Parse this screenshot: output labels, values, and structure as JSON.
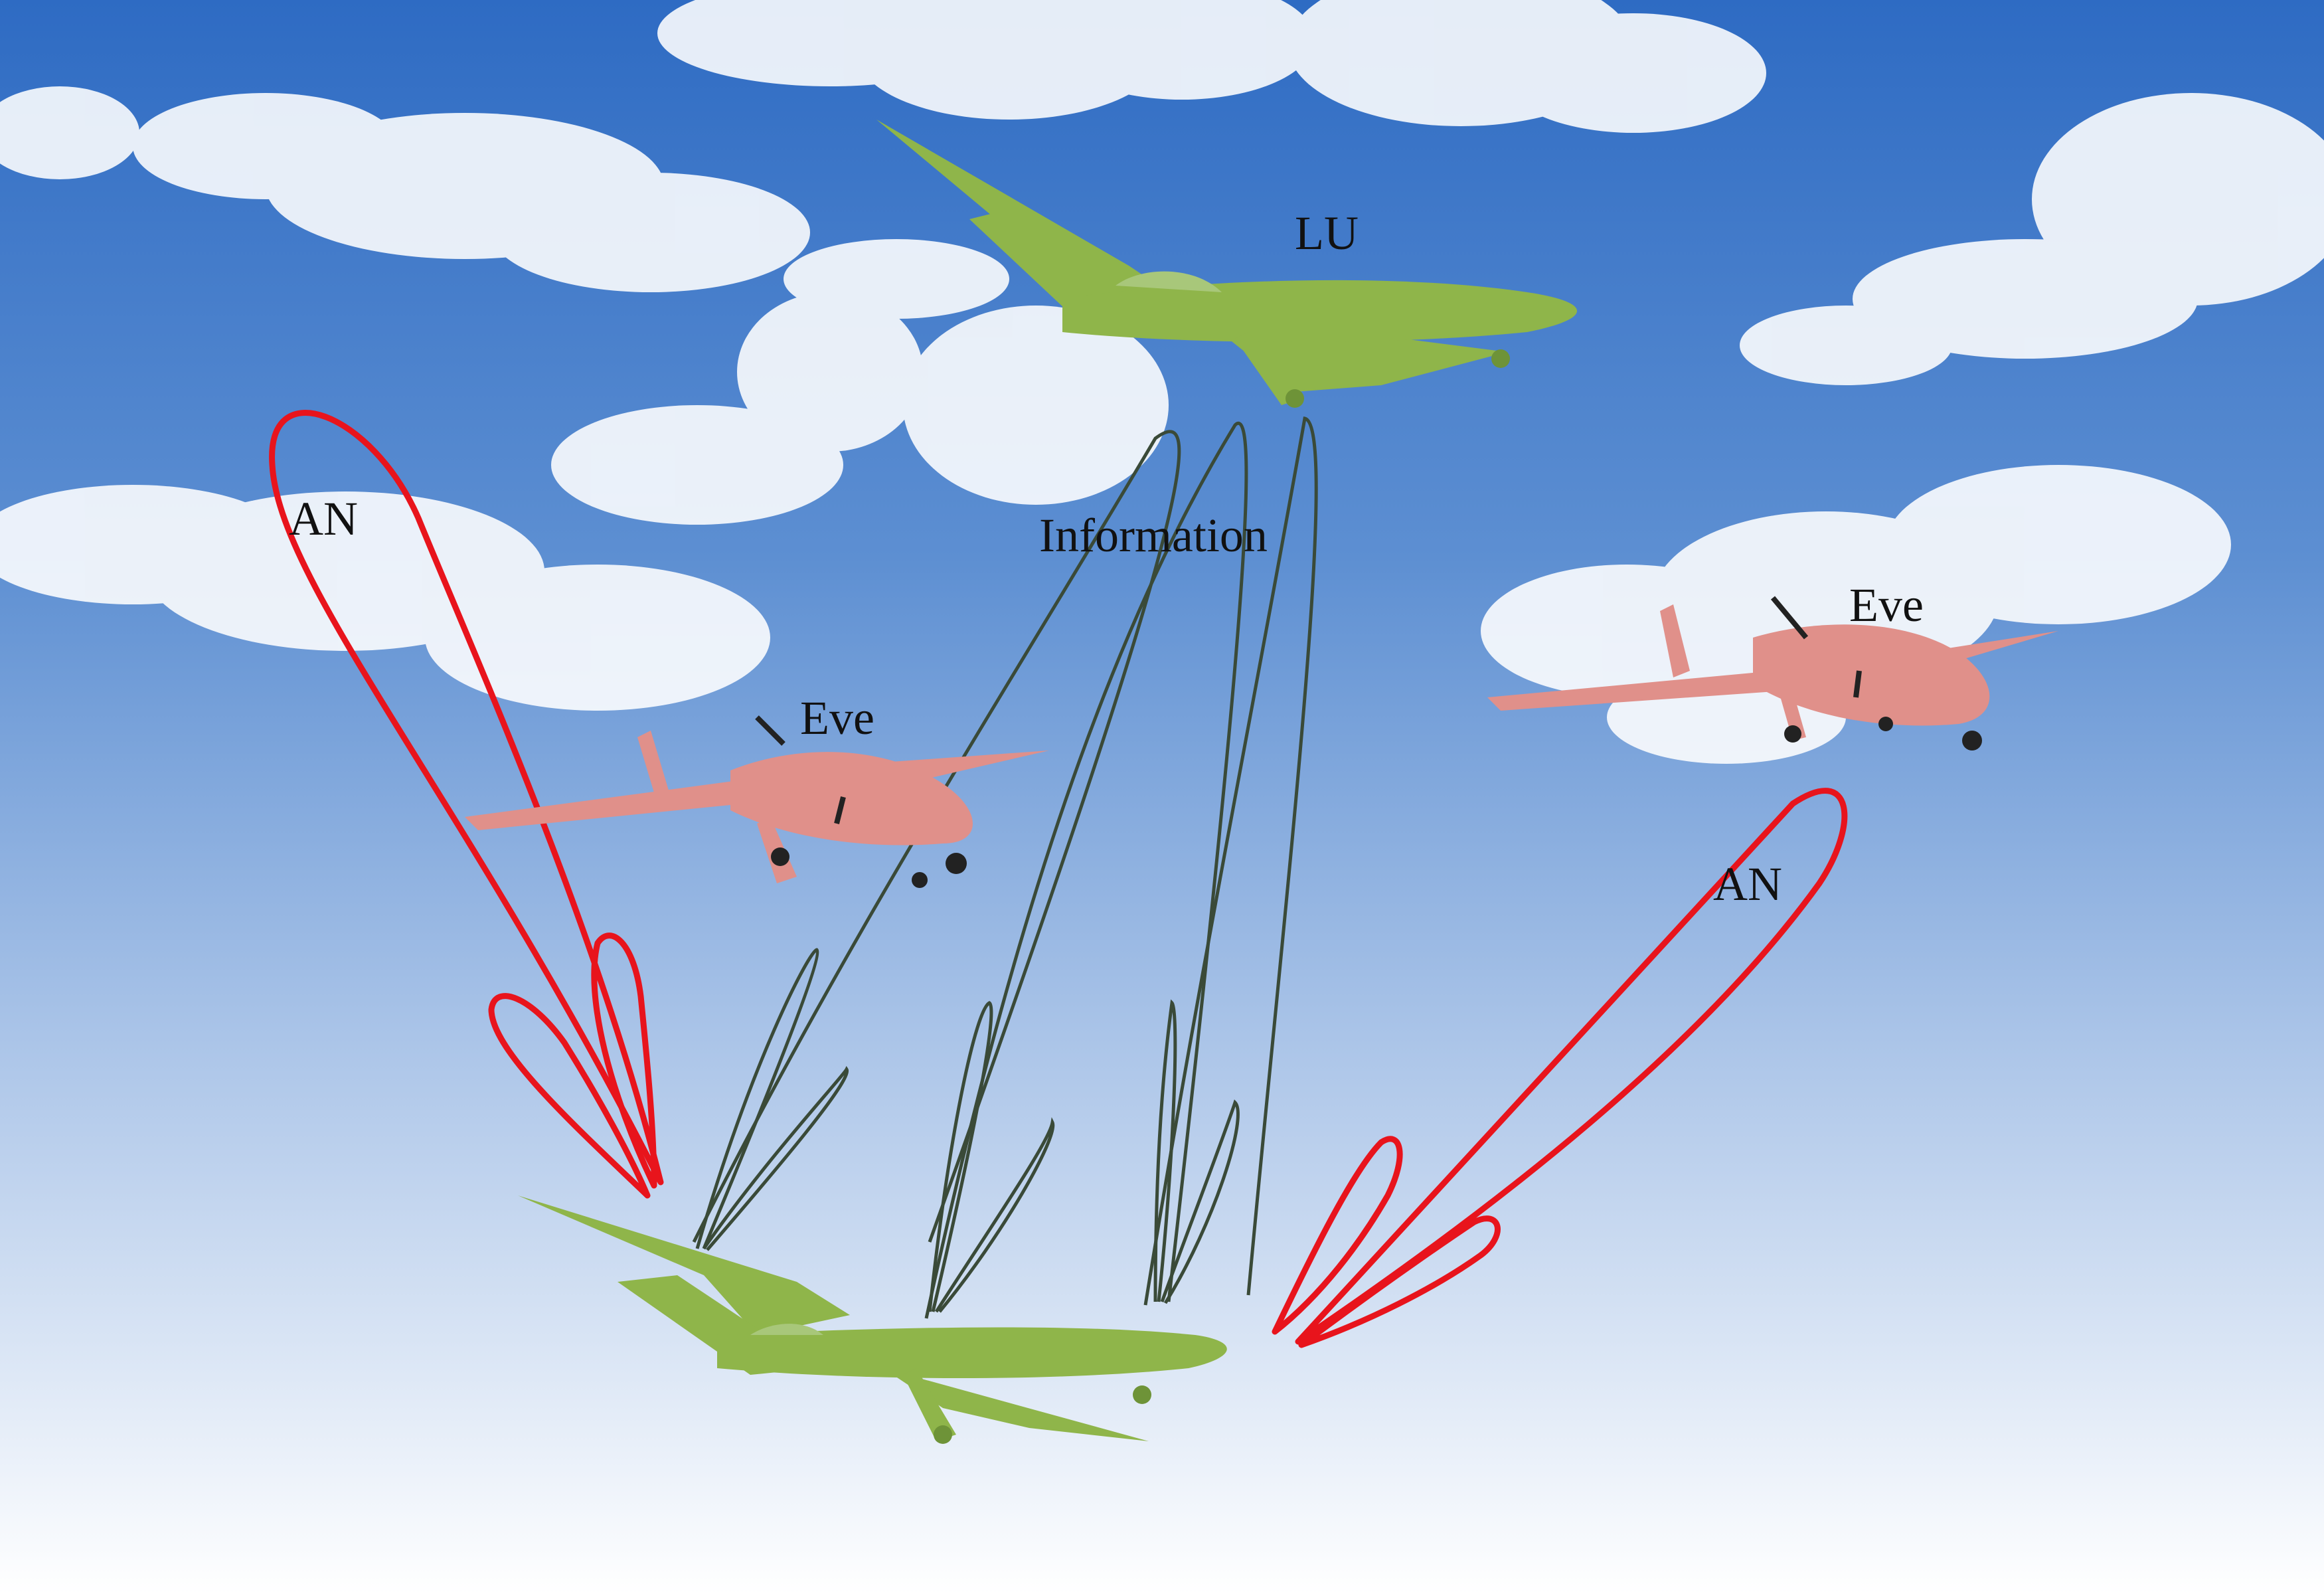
{
  "labels": {
    "lu": "LU",
    "information": "Information",
    "an_left": "AN",
    "an_right": "AN",
    "eve_left": "Eve",
    "eve_right": "Eve"
  },
  "colors": {
    "sky_top": "#2f6cc4",
    "sky_bottom": "#ffffff",
    "legit_uav": "#8fb54a",
    "eve_uav": "#e0908a",
    "an_beam": "#e8141c",
    "info_beam": "#3a4a38"
  }
}
